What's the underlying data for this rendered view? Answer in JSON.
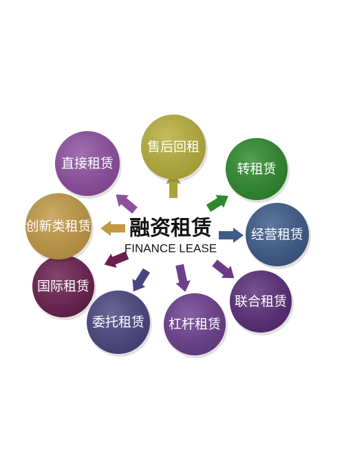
{
  "center": {
    "title": "融资租赁",
    "subtitle": "FINANCE LEASE"
  },
  "nodes": [
    {
      "id": "after-sale-leaseback",
      "label": "售后回租",
      "color": "#b8b03c",
      "arrow_color": "#a9a33a"
    },
    {
      "id": "transfer-lease",
      "label": "转租赁",
      "color": "#2e8a2c",
      "arrow_color": "#2e8a2c"
    },
    {
      "id": "operating-lease",
      "label": "经营租赁",
      "color": "#3e5b8a",
      "arrow_color": "#3e5b8a"
    },
    {
      "id": "joint-lease",
      "label": "联合租赁",
      "color": "#5a2d78",
      "arrow_color": "#6a3a86"
    },
    {
      "id": "leveraged-lease",
      "label": "杠杆租赁",
      "color": "#6c3f8e",
      "arrow_color": "#6c3f8e"
    },
    {
      "id": "entrusted-lease",
      "label": "委托租赁",
      "color": "#4a4680",
      "arrow_color": "#4a4680"
    },
    {
      "id": "international-lease",
      "label": "国际租赁",
      "color": "#6a1f4e",
      "arrow_color": "#6a1f4e"
    },
    {
      "id": "innovative-lease",
      "label": "创新类租赁",
      "color": "#c29a46",
      "arrow_color": "#c29a46"
    },
    {
      "id": "direct-lease",
      "label": "直接租赁",
      "color": "#8e4fa0",
      "arrow_color": "#8e4fa0"
    }
  ]
}
